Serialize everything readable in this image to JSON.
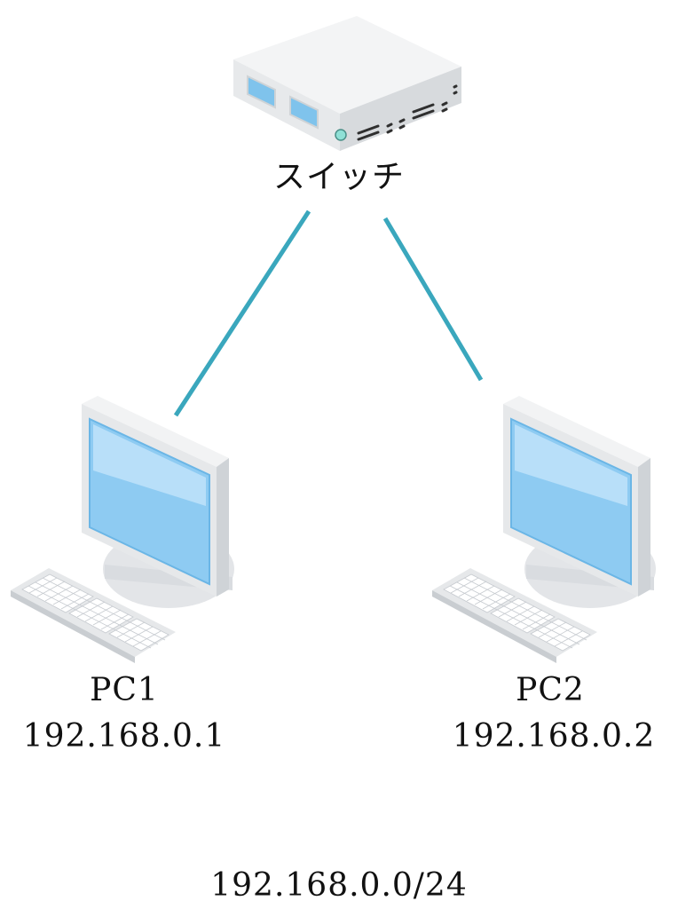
{
  "switch": {
    "label": "スイッチ"
  },
  "pc1": {
    "name": "PC1",
    "ip": "192.168.0.1"
  },
  "pc2": {
    "name": "PC2",
    "ip": "192.168.0.2"
  },
  "network": {
    "cidr": "192.168.0.0/24"
  },
  "colors": {
    "link": "#3aa7bd",
    "screen": "#8ecbf2",
    "screen_highlight": "#bfe3fa",
    "bezel": "#e4e7ea",
    "case_top": "#f4f5f6",
    "case_side": "#dcdfe2",
    "port": "#7fc3ec"
  }
}
